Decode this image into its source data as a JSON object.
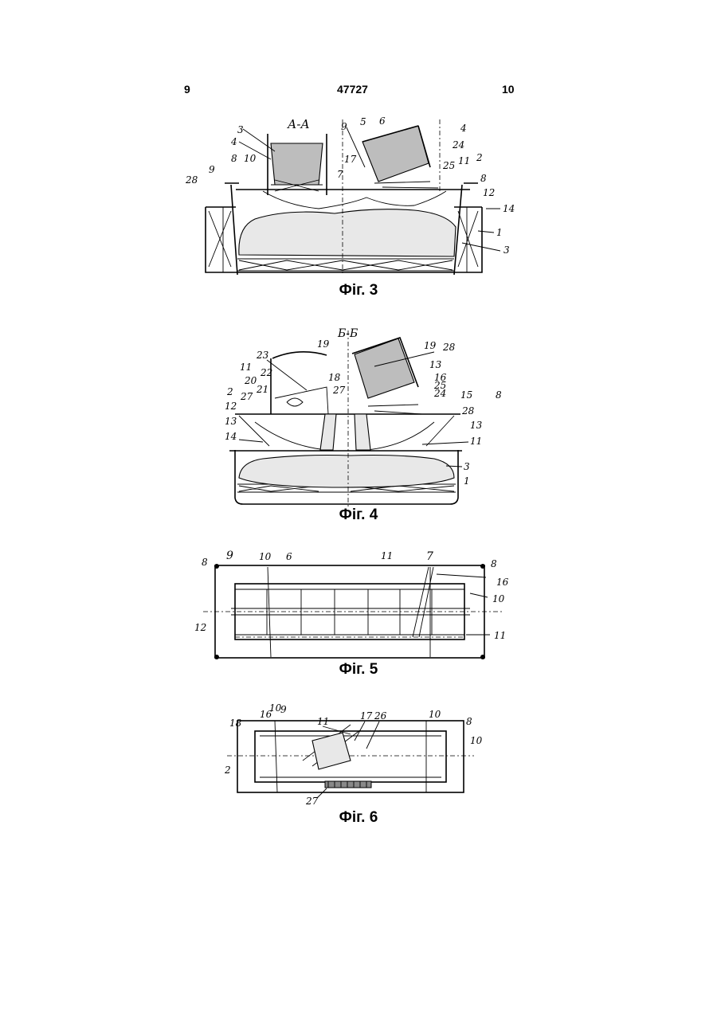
{
  "header": {
    "left_page": "9",
    "patent_number": "47727",
    "right_page": "10"
  },
  "figures": [
    {
      "caption": "Фіг. 3",
      "section_label": "А-А",
      "labels": [
        "3",
        "4",
        "9",
        "5",
        "6",
        "4",
        "24",
        "17",
        "25",
        "11",
        "2",
        "8",
        "28",
        "9",
        "8",
        "10",
        "7",
        "12",
        "14",
        "1",
        "3"
      ]
    },
    {
      "caption": "Фіг. 4",
      "section_label": "Б-Б",
      "labels": [
        "19",
        "19",
        "28",
        "23",
        "18",
        "13",
        "11",
        "22",
        "27",
        "16",
        "20",
        "25",
        "21",
        "24",
        "15",
        "2",
        "27",
        "28",
        "12",
        "13",
        "13",
        "14",
        "11",
        "3",
        "1",
        "8"
      ]
    },
    {
      "caption": "Фіг. 5",
      "labels": [
        "8",
        "9",
        "10",
        "6",
        "11",
        "7",
        "8",
        "16",
        "10",
        "12",
        "11"
      ]
    },
    {
      "caption": "Фіг. 6",
      "labels": [
        "16",
        "10",
        "9",
        "18",
        "11",
        "17",
        "26",
        "10",
        "8",
        "10",
        "2",
        "27"
      ]
    }
  ]
}
